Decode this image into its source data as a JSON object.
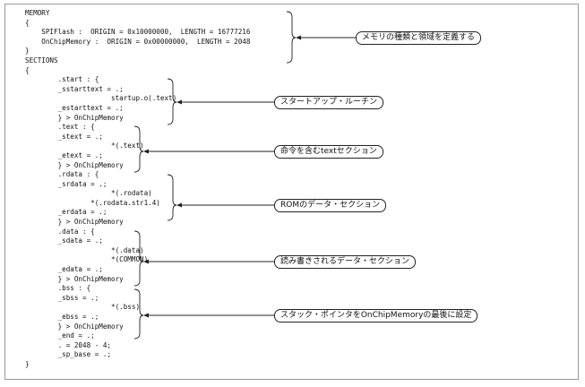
{
  "code_lines": [
    "MEMORY",
    "{",
    "    SPIFlash :  ORIGIN = 0x10000000,  LENGTH = 16777216",
    "    OnChipMemory :  ORIGIN = 0x00000000,  LENGTH = 2048",
    "}",
    "SECTIONS",
    "{",
    "        .start : {",
    "        _sstarttext = .;",
    "                     startup.o(.text)",
    "        _estarttext = .;",
    "        } > OnChipMemory",
    "        .text : {",
    "        _stext = .;",
    "                     *(.text)",
    "        _etext = .;",
    "        } > OnChipMemory",
    "        .rdata : {",
    "        _srdata = .;",
    "                     *(.rodata)",
    "                *(.rodata.str1.4)",
    "        _erdata = .;",
    "        } > OnChipMemory",
    "        .data : {",
    "        _sdata = .;",
    "                     *(.data)",
    "                     *(COMMON)",
    "        _edata = .;",
    "        } > OnChipMemory",
    "        .bss : {",
    "        _sbss = .;",
    "                     *(.bss)",
    "        _ebss = .;",
    "        } > OnChipMemory",
    "        _end = .;",
    "        . = 2048 - 4;",
    "        _sp_base = .;",
    "}"
  ],
  "annotations": {
    "memory": "メモリの種類と領域を定義する",
    "startup": "スタートアップ・ルーチン",
    "text": "命令を含むtextセクション",
    "rodata": "ROMのデータ・セクション",
    "data": "読み書きされるデータ・セクション",
    "bss": "スタック・ポインタをOnChipMemoryの最後に設定"
  }
}
